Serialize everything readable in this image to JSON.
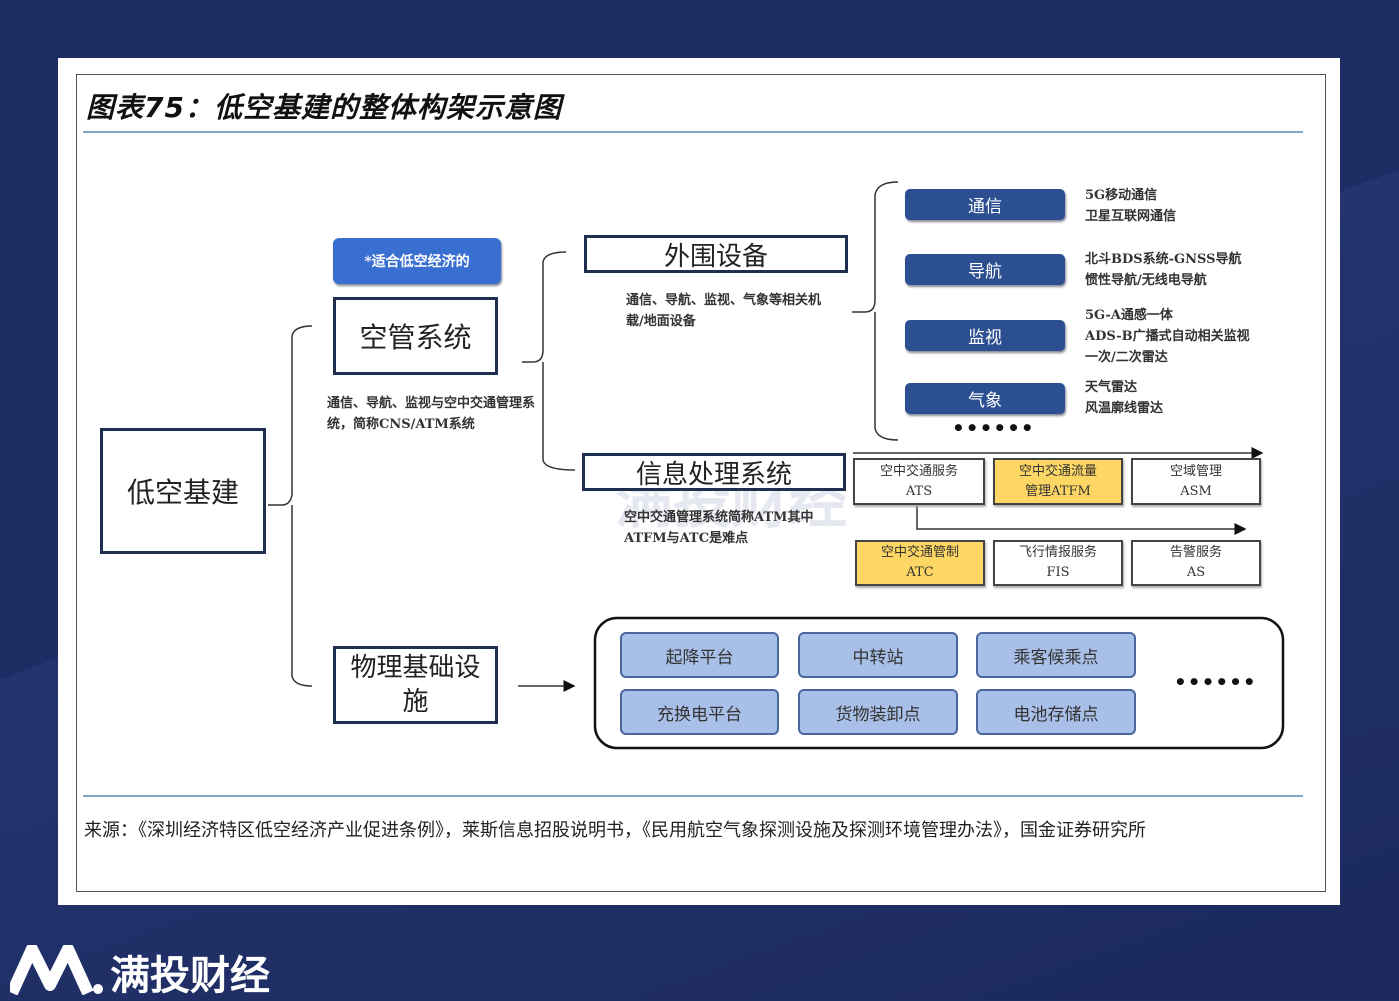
{
  "title": "图表75：低空基建的整体构架示意图",
  "root": "低空基建",
  "tag": "*适合低空经济的",
  "atc_system": {
    "label": "空管系统",
    "note": "通信、导航、监视与空中交通管理系统，简称CNS/ATM系统"
  },
  "peripheral": {
    "label": "外围设备",
    "note": "通信、导航、监视、气象等相关机载/地面设备",
    "items": [
      {
        "label": "通信",
        "desc": [
          "5G移动通信",
          "卫星互联网通信"
        ]
      },
      {
        "label": "导航",
        "desc": [
          "北斗BDS系统-GNSS导航",
          "惯性导航/无线电导航"
        ]
      },
      {
        "label": "监视",
        "desc": [
          "5G-A通感一体",
          "ADS-B广播式自动相关监视",
          "一次/二次雷达"
        ]
      },
      {
        "label": "气象",
        "desc": [
          "天气雷达",
          "风温廓线雷达"
        ]
      }
    ],
    "more": "••••••"
  },
  "info": {
    "label": "信息处理系统",
    "note": "空中交通管理系统简称ATM其中ATFM与ATC是难点",
    "row1": [
      {
        "l1": "空中交通服务",
        "l2": "ATS"
      },
      {
        "l1": "空中交通流量",
        "l2": "管理ATFM"
      },
      {
        "l1": "空域管理",
        "l2": "ASM"
      }
    ],
    "row2": [
      {
        "l1": "空中交通管制",
        "l2": "ATC"
      },
      {
        "l1": "飞行情报服务",
        "l2": "FIS"
      },
      {
        "l1": "告警服务",
        "l2": "AS"
      }
    ]
  },
  "physical": {
    "label": "物理基础设施",
    "items": [
      "起降平台",
      "中转站",
      "乘客候乘点",
      "充换电平台",
      "货物装卸点",
      "电池存储点"
    ],
    "more": "••••••"
  },
  "source": "来源：《深圳经济特区低空经济产业促进条例》，莱斯信息招股说明书，《民用航空气象探测设施及探测环境管理办法》，国金证券研究所",
  "brand": "满投财经",
  "colors": {
    "pill": "#2c4f92",
    "highlight": "#fdd663",
    "physical": "#a8bfe8",
    "background": "#1d2c63"
  }
}
